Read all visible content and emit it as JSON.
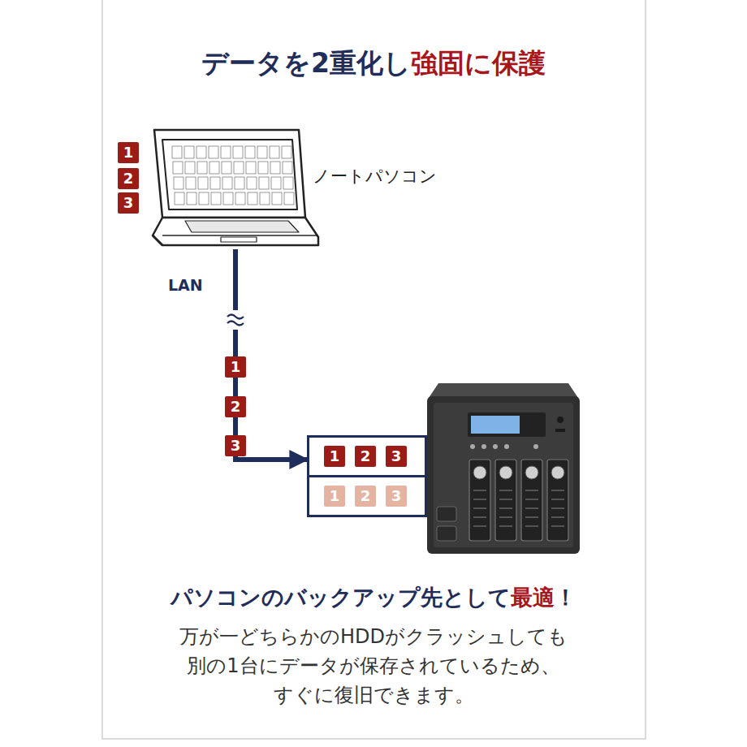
{
  "diagram": {
    "title": "データを2重化し",
    "nodes": [
      {
        "text": [
          "ノートパソコン"
        ]
      },
      {
        "text": [
          "1",
          "2",
          "3"
        ]
      },
      {
        "text": [
          "1",
          "2",
          "3"
        ]
      }
    ],
    "edges": [
      {
        "from": 0,
        "to": 1,
        "arrow": "to"
      }
    ],
    "labels": [
      "強固に保護",
      "1",
      "2",
      "3",
      "LAN",
      "1",
      "2",
      "3",
      "パソコンのバックアップ先として",
      "最適",
      "！",
      "万が一どちらかのHDDがクラッシュしても 別の1台にデータが保存されているため、 すぐに復旧できます。"
    ]
  }
}
